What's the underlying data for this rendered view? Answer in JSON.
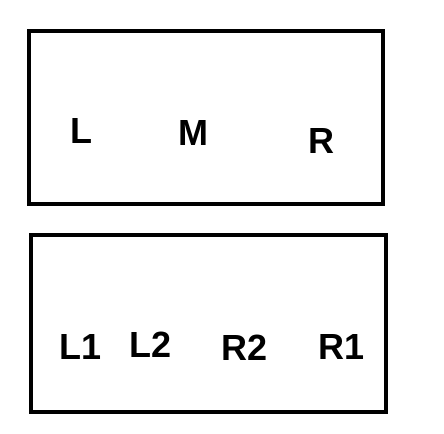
{
  "top_box": {
    "labels": [
      "L",
      "M",
      "R"
    ]
  },
  "bottom_box": {
    "labels": [
      "L1",
      "L2",
      "R2",
      "R1"
    ]
  },
  "colors": {
    "stroke": "#000000",
    "background": "#ffffff"
  }
}
